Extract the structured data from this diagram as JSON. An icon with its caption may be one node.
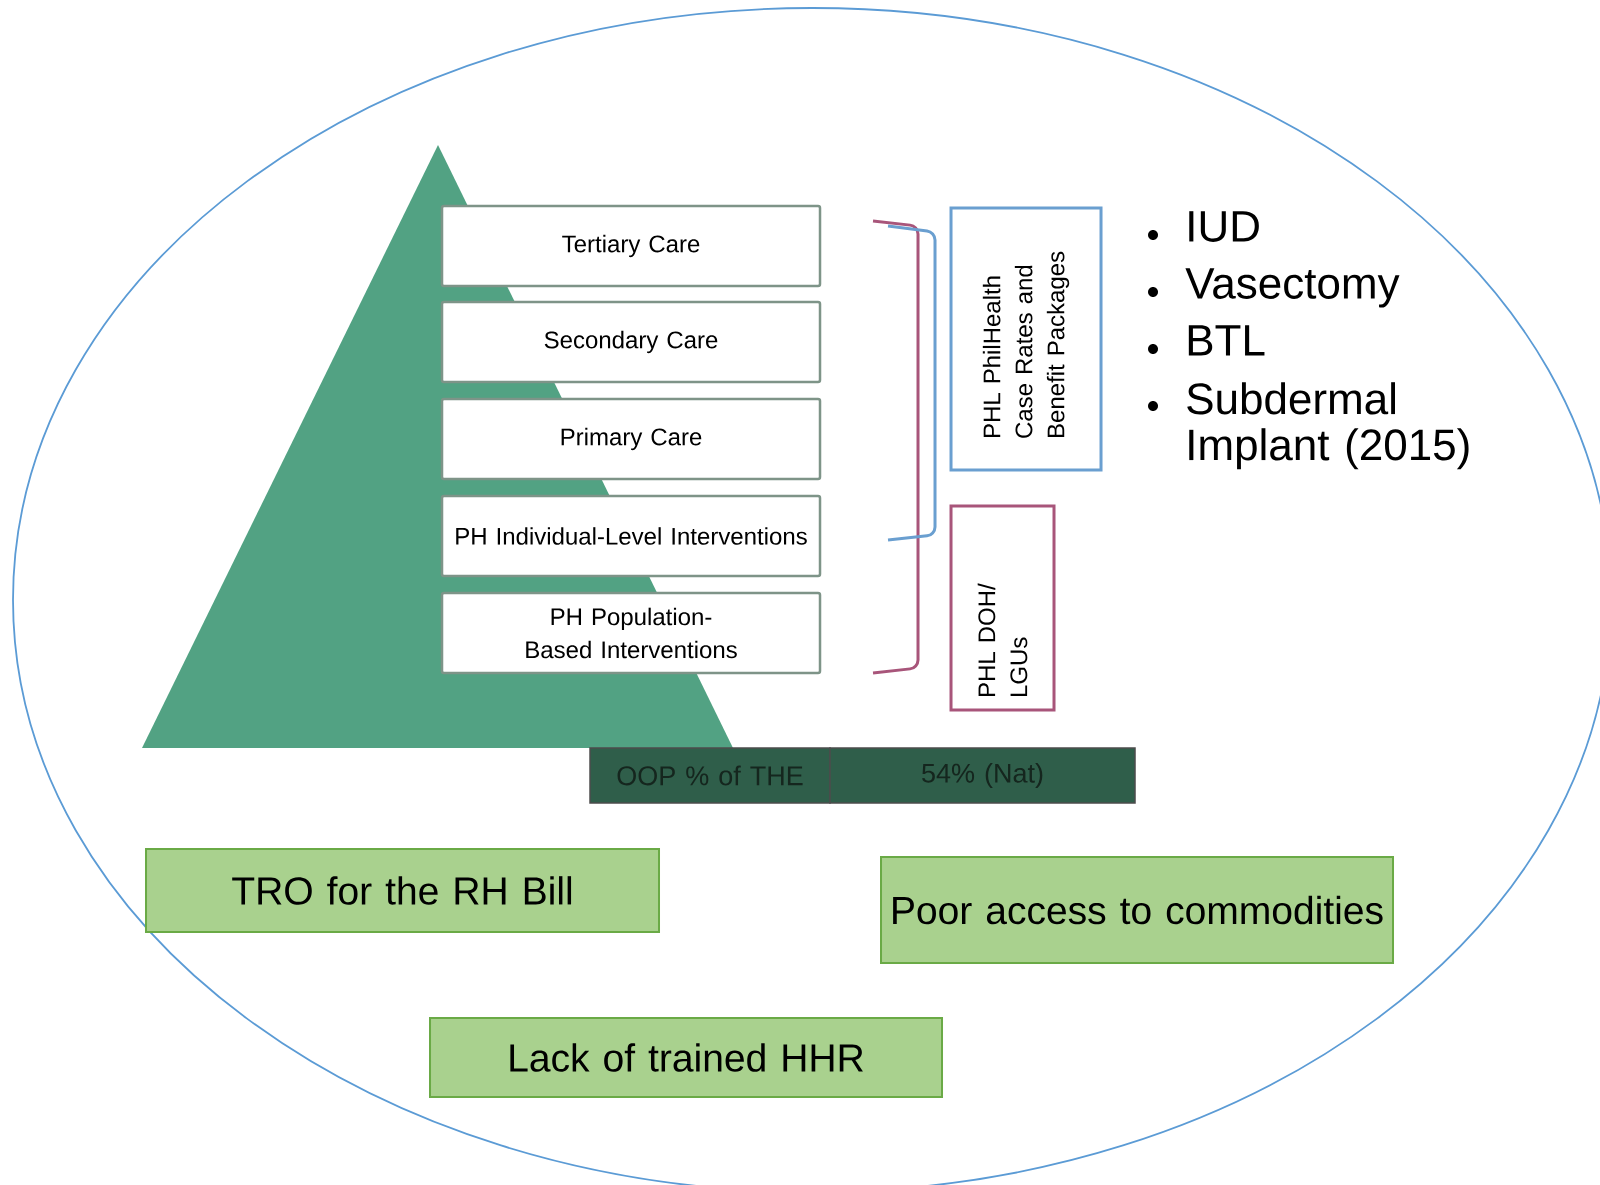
{
  "diagram": {
    "nodes": [
      {
        "text": [
          "Tertiary Care"
        ]
      },
      {
        "text": [
          "Secondary Care"
        ]
      },
      {
        "text": [
          "Primary Care"
        ]
      },
      {
        "text": [
          "PH Individual-Level Interventions"
        ]
      },
      {
        "text": [
          "PH Population-Based Interventions"
        ]
      },
      {
        "text": [
          "PHL PhilHealth Case Rates and Benefit Packages"
        ]
      },
      {
        "text": [
          "PHL DOH/ LGUs"
        ]
      },
      {
        "text": [
          "OOP % of THE"
        ]
      },
      {
        "text": [
          "54% (Nat)"
        ]
      },
      {
        "text": [
          "TRO for the RH Bill"
        ]
      },
      {
        "text": [
          "Poor access to commodities"
        ]
      },
      {
        "text": [
          "Lack of trained HHR"
        ]
      }
    ],
    "edges": [],
    "labels": [
      "IUD",
      "Vasectomy",
      "BTL",
      "Subdermal Implant (2015)"
    ]
  }
}
